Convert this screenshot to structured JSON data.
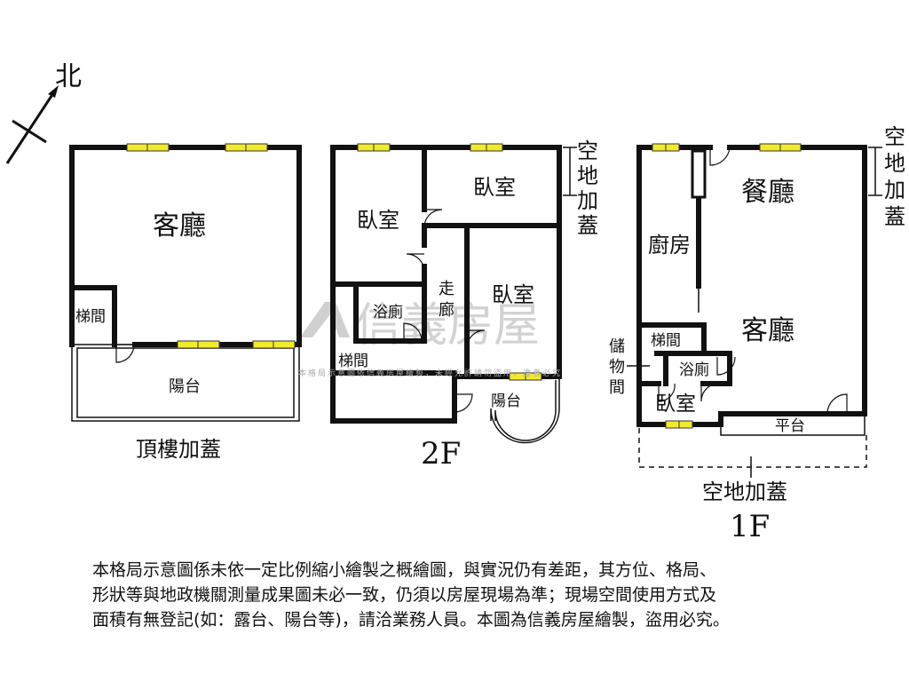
{
  "compass": {
    "label": "北"
  },
  "watermark": {
    "brand": "信義房屋",
    "fine_print": "本格局示意圖依信義房屋繪製，未經允許請勿盜用，違者必究"
  },
  "plans": {
    "roof": {
      "caption": "頂樓加蓋",
      "rooms": {
        "living": "客廳",
        "stairs": "梯間",
        "balcony": "陽台"
      }
    },
    "second": {
      "caption": "2F",
      "rooms": {
        "bedroom_a": "臥室",
        "bedroom_b": "臥室",
        "bedroom_c": "臥室",
        "corridor_1": "走",
        "corridor_2": "廊",
        "bathroom": "浴廁",
        "stairs": "梯間",
        "balcony": "陽台"
      },
      "side_note": [
        "空",
        "地",
        "加",
        "蓋"
      ]
    },
    "first": {
      "caption": "1F",
      "rooms": {
        "dining": "餐廳",
        "kitchen": "廚房",
        "living": "客廳",
        "stairs": "梯間",
        "bathroom": "浴廁",
        "bedroom": "臥室",
        "platform": "平台"
      },
      "storage": [
        "儲",
        "物",
        "間"
      ],
      "side_note": [
        "空",
        "地",
        "加",
        "蓋"
      ],
      "bottom_note": "空地加蓋"
    }
  },
  "disclaimer": [
    "本格局示意圖係未依一定比例縮小繪製之概繪圖，與實況仍有差距，其方位、格局、",
    "形狀等與地政機關測量成果圖未必一致，仍須以房屋現場為準；現場空間使用方式及",
    "面積有無登記(如：露台、陽台等)，請洽業務人員。本圖為信義房屋繪製，盜用必究。"
  ],
  "colors": {
    "window": "#f2ea2a",
    "wall": "#111111",
    "watermark": "#c8c8c8"
  }
}
